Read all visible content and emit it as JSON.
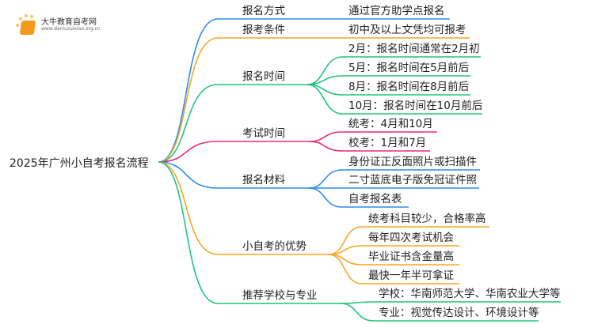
{
  "logo": {
    "name": "大牛教育自考网",
    "url": "www.daniuzuixiao.org.cn"
  },
  "root": "2025年广州小自考报名流程",
  "colors": {
    "blue": "#2a8cf0",
    "orange": "#f5a623",
    "green": "#20c47a",
    "pink": "#f0287a"
  },
  "branches": [
    {
      "label": "报名方式",
      "color": "#2a8cf0",
      "children": [
        "通过官方助学点报名"
      ]
    },
    {
      "label": "报考条件",
      "color": "#f5a623",
      "children": [
        "初中及以上文凭均可报考"
      ]
    },
    {
      "label": "报名时间",
      "color": "#20c47a",
      "children": [
        "2月：报名时间通常在2月初",
        "5月：报名时间在5月前后",
        "8月：报名时间在8月前后",
        "10月：报名时间在10月前后"
      ]
    },
    {
      "label": "考试时间",
      "color": "#f0287a",
      "children": [
        "统考：4月和10月",
        "校考：1月和7月"
      ]
    },
    {
      "label": "报名材料",
      "color": "#2a8cf0",
      "children": [
        "身份证正反面照片或扫描件",
        "二寸蓝底电子版免冠证件照",
        "自考报名表"
      ]
    },
    {
      "label": "小自考的优势",
      "color": "#f5a623",
      "children": [
        "统考科目较少，合格率高",
        "每年四次考试机会",
        "毕业证书含金量高",
        "最快一年半可拿证"
      ]
    },
    {
      "label": "推荐学校与专业",
      "color": "#20c47a",
      "children": [
        "学校：华南师范大学、华南农业大学等",
        "专业：视觉传达设计、环境设计等"
      ]
    }
  ]
}
